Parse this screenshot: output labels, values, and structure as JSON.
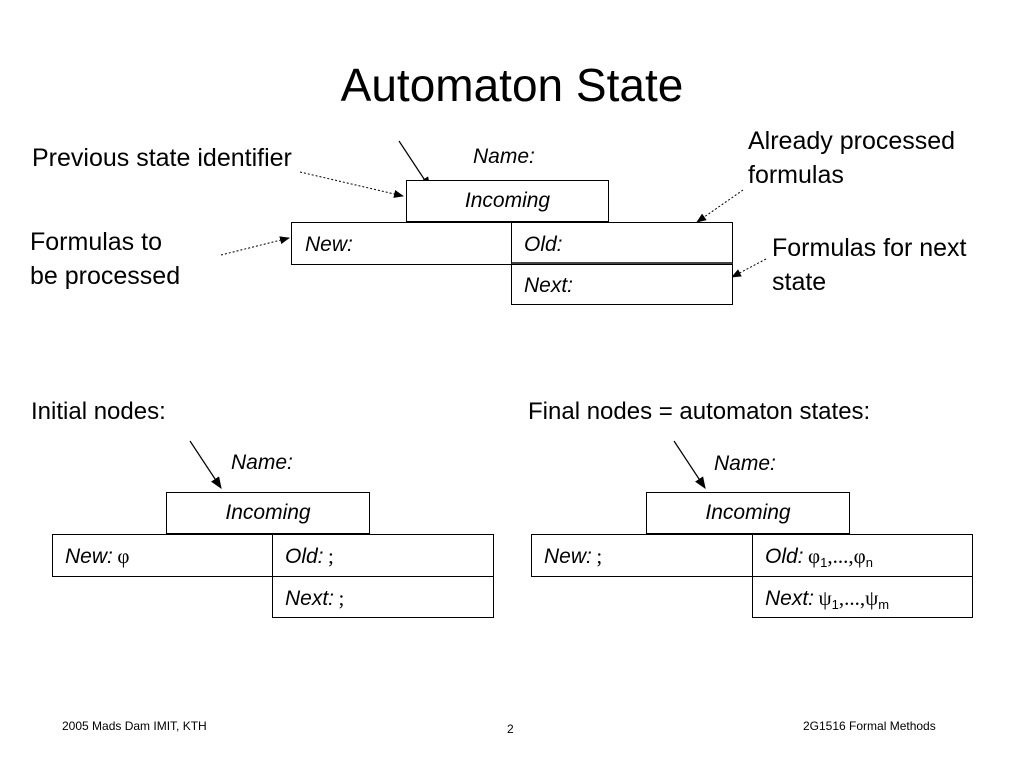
{
  "title": "Automaton State",
  "annotations": {
    "previous_state": "Previous state identifier",
    "already_processed_1": "Already processed",
    "already_processed_2": "formulas",
    "to_process_1": "Formulas to",
    "to_process_2": "be processed",
    "next_state_1": "Formulas for next",
    "next_state_2": "state"
  },
  "top_node": {
    "name": "Name:",
    "incoming": "Incoming",
    "new": "New:",
    "old": "Old:",
    "next": "Next:"
  },
  "initial": {
    "heading": "Initial nodes:",
    "name": "Name:",
    "incoming": "Incoming",
    "new_label": "New:",
    "new_value": "φ",
    "old_label": "Old:",
    "old_value": ";",
    "next_label": "Next:",
    "next_value": ";"
  },
  "final": {
    "heading": "Final nodes = automaton states:",
    "name": "Name:",
    "incoming": "Incoming",
    "new_label": "New:",
    "new_value": ";",
    "old_label": "Old:",
    "old_phi": "φ",
    "old_sub1": "1",
    "old_dots": ",...,",
    "old_phi2": "φ",
    "old_subn": "n",
    "next_label": "Next:",
    "next_psi": "ψ",
    "next_sub1": "1",
    "next_dots": ",...,",
    "next_psi2": "ψ",
    "next_subm": "m"
  },
  "footer": {
    "left": "2005 Mads Dam IMIT, KTH",
    "center": "2",
    "right": "2G1516 Formal Methods"
  }
}
